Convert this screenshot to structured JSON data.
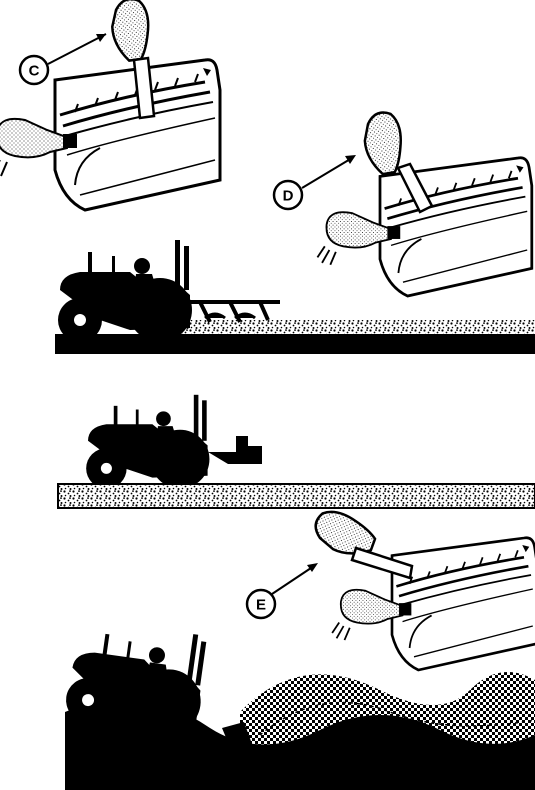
{
  "callouts": {
    "c": "C",
    "d": "D",
    "e": "E"
  },
  "colors": {
    "ink": "#000000",
    "paper": "#ffffff"
  },
  "scenes": [
    "hitch-control-console-c",
    "hitch-control-console-d",
    "tractor-pulling-plow-in-soil",
    "tractor-with-raised-implement",
    "hitch-control-console-e",
    "tractor-on-uneven-terrain"
  ]
}
